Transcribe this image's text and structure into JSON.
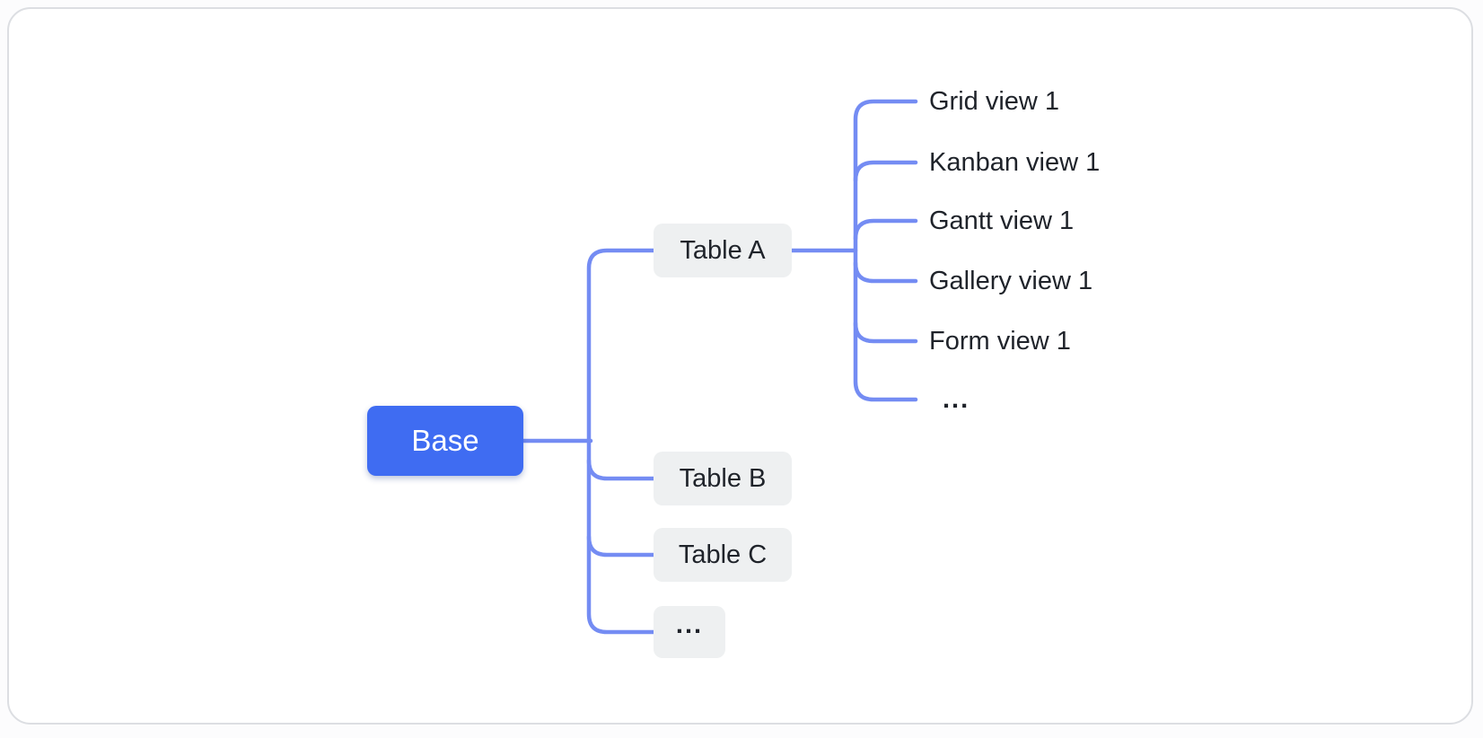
{
  "diagram": {
    "title": "Base structure tree diagram",
    "root": {
      "label": "Base"
    },
    "tables": [
      {
        "label": "Table A"
      },
      {
        "label": "Table B"
      },
      {
        "label": "Table C"
      },
      {
        "label": "..."
      }
    ],
    "views": [
      {
        "label": "Grid view 1"
      },
      {
        "label": "Kanban view 1"
      },
      {
        "label": "Gantt view 1"
      },
      {
        "label": "Gallery view 1"
      },
      {
        "label": "Form view 1"
      },
      {
        "label": "..."
      }
    ],
    "colors": {
      "root_fill": "#3f6cf2",
      "root_text": "#ffffff",
      "connector": "#748cf3",
      "table_node_fill": "#eef0f1",
      "label_text": "#1f232a",
      "card_border": "#dcdee2",
      "card_background": "#ffffff"
    }
  }
}
